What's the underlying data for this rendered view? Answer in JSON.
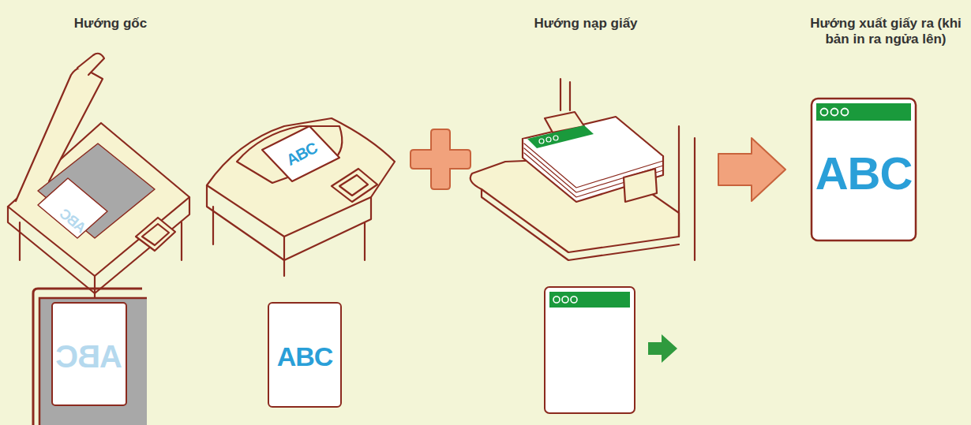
{
  "diagram": {
    "labels": [
      "Hướng gốc",
      "Hướng nạp giấy",
      "Hướng xuất giấy ra (khi bản in ra ngửa lên)",
      "ABC",
      "ABC",
      "ABC",
      "ABC",
      "ABC"
    ]
  }
}
